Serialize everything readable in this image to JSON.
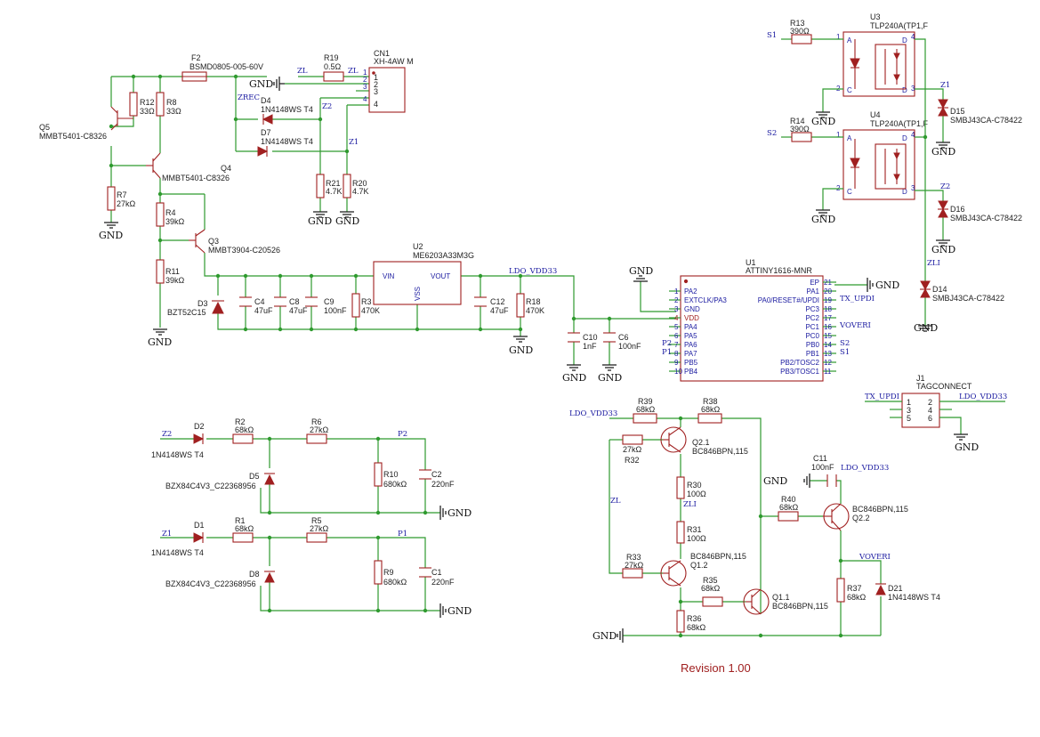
{
  "revision": "Revision 1.00",
  "gnd": "GND",
  "nets": {
    "zl": "ZL",
    "zli": "ZLI",
    "zrec": "ZREC",
    "z1": "Z1",
    "z2": "Z2",
    "s1": "S1",
    "s2": "S2",
    "p1": "P1",
    "p2": "P2",
    "ldo": "LDO_VDD33",
    "txupdi": "TX_UPDI",
    "voveri": "VOVERI"
  },
  "parts": {
    "f2": {
      "ref": "F2",
      "val": "BSMD0805-005-60V"
    },
    "r19": {
      "ref": "R19",
      "val": "0.5Ω"
    },
    "cn1": {
      "ref": "CN1",
      "val": "XH-4AW M",
      "pins": [
        "1",
        "2",
        "3",
        "4"
      ]
    },
    "r12": {
      "ref": "R12",
      "val": "33Ω"
    },
    "r8": {
      "ref": "R8",
      "val": "33Ω"
    },
    "q5": {
      "ref": "Q5",
      "val": "MMBT5401-C8326"
    },
    "q4": {
      "ref": "Q4",
      "val": "MMBT5401-C8326"
    },
    "q3": {
      "ref": "Q3",
      "val": "MMBT3904-C20526"
    },
    "d4": {
      "ref": "D4",
      "val": "1N4148WS T4"
    },
    "d7": {
      "ref": "D7",
      "val": "1N4148WS T4"
    },
    "r21": {
      "ref": "R21",
      "val": "4.7K"
    },
    "r20": {
      "ref": "R20",
      "val": "4.7K"
    },
    "r7": {
      "ref": "R7",
      "val": "27kΩ"
    },
    "r4": {
      "ref": "R4",
      "val": "39kΩ"
    },
    "r11": {
      "ref": "R11",
      "val": "39kΩ"
    },
    "d3": {
      "ref": "D3",
      "val": "BZT52C15"
    },
    "c4": {
      "ref": "C4",
      "val": "47uF"
    },
    "c8": {
      "ref": "C8",
      "val": "47uF"
    },
    "c9": {
      "ref": "C9",
      "val": "100nF"
    },
    "r3": {
      "ref": "R3",
      "val": "470K"
    },
    "u2": {
      "ref": "U2",
      "val": "ME6203A33M3G",
      "vin": "VIN",
      "vout": "VOUT",
      "vss": "VSS"
    },
    "c12": {
      "ref": "C12",
      "val": "47uF"
    },
    "r18": {
      "ref": "R18",
      "val": "470K"
    },
    "c10": {
      "ref": "C10",
      "val": "1nF"
    },
    "c6": {
      "ref": "C6",
      "val": "100nF"
    },
    "u1": {
      "ref": "U1",
      "val": "ATTINY1616-MNR",
      "left": [
        "PA2",
        "EXTCLK/PA3",
        "GND",
        "VDD",
        "PA4",
        "PA5",
        "PA6",
        "PA7",
        "PB5",
        "PB4"
      ],
      "leftnums": [
        "1",
        "2",
        "3",
        "4",
        "5",
        "6",
        "7",
        "8",
        "9",
        "10"
      ],
      "right": [
        "EP",
        "PA1",
        "PA0/RESET#/UPDI",
        "PC3",
        "PC2",
        "PC1",
        "PC0",
        "PB0",
        "PB1",
        "PB2/TOSC2",
        "PB3/TOSC1"
      ],
      "rightnums": [
        "21",
        "20",
        "19",
        "18",
        "17",
        "16",
        "15",
        "14",
        "13",
        "12",
        "11"
      ]
    },
    "u3": {
      "ref": "U3",
      "val": "TLP240A(TP1,F"
    },
    "u4": {
      "ref": "U4",
      "val": "TLP240A(TP1,F"
    },
    "r13": {
      "ref": "R13",
      "val": "390Ω"
    },
    "r14": {
      "ref": "R14",
      "val": "390Ω"
    },
    "d15": {
      "ref": "D15",
      "val": "SMBJ43CA-C78422"
    },
    "d16": {
      "ref": "D16",
      "val": "SMBJ43CA-C78422"
    },
    "d14": {
      "ref": "D14",
      "val": "SMBJ43CA-C78422"
    },
    "j1": {
      "ref": "J1",
      "val": "TAGCONNECT",
      "pins": [
        "1",
        "3",
        "5",
        "2",
        "4",
        "6"
      ]
    },
    "d2": {
      "ref": "D2",
      "val": "1N4148WS T4"
    },
    "d1": {
      "ref": "D1",
      "val": "1N4148WS T4"
    },
    "r2": {
      "ref": "R2",
      "val": "68kΩ"
    },
    "r6": {
      "ref": "R6",
      "val": "27kΩ"
    },
    "r1": {
      "ref": "R1",
      "val": "68kΩ"
    },
    "r5": {
      "ref": "R5",
      "val": "27kΩ"
    },
    "d5": {
      "ref": "D5",
      "val": "BZX84C4V3_C22368956"
    },
    "d8": {
      "ref": "D8",
      "val": "BZX84C4V3_C22368956"
    },
    "r10": {
      "ref": "R10",
      "val": "680kΩ"
    },
    "r9": {
      "ref": "R9",
      "val": "680kΩ"
    },
    "c2": {
      "ref": "C2",
      "val": "220nF"
    },
    "c1": {
      "ref": "C1",
      "val": "220nF"
    },
    "r39": {
      "ref": "R39",
      "val": "68kΩ"
    },
    "r38": {
      "ref": "R38",
      "val": "68kΩ"
    },
    "r32": {
      "ref": "R32",
      "val": "27kΩ"
    },
    "q21": {
      "ref": "Q2.1",
      "val": "BC846BPN,115"
    },
    "r30": {
      "ref": "R30",
      "val": "100Ω"
    },
    "r31": {
      "ref": "R31",
      "val": "100Ω"
    },
    "r33": {
      "ref": "R33",
      "val": "27kΩ"
    },
    "q12": {
      "ref": "Q1.2",
      "val": "BC846BPN,115"
    },
    "r35": {
      "ref": "R35",
      "val": "68kΩ"
    },
    "q11": {
      "ref": "Q1.1",
      "val": "BC846BPN,115"
    },
    "r36": {
      "ref": "R36",
      "val": "68kΩ"
    },
    "c11": {
      "ref": "C11",
      "val": "100nF"
    },
    "r40": {
      "ref": "R40",
      "val": "68kΩ"
    },
    "q22": {
      "ref": "Q2.2",
      "val": "BC846BPN,115"
    },
    "r37": {
      "ref": "R37",
      "val": "68kΩ"
    },
    "d21": {
      "ref": "D21",
      "val": "1N4148WS T4"
    }
  }
}
